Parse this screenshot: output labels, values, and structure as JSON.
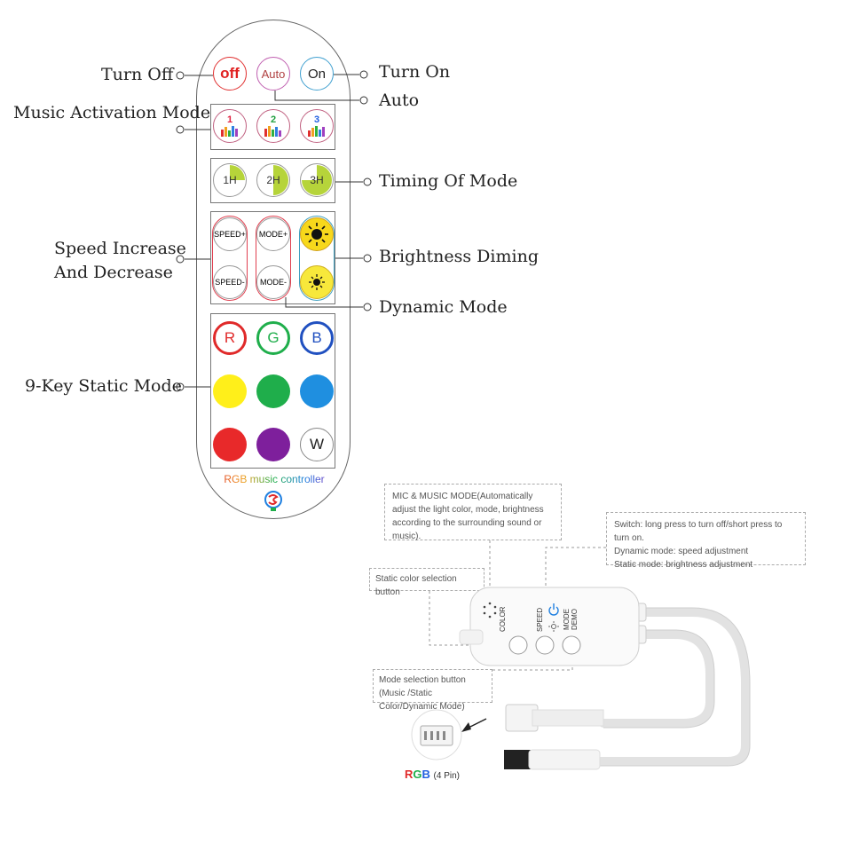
{
  "remote": {
    "top_row": {
      "off": "off",
      "auto": "Auto",
      "on": "On"
    },
    "music": [
      "1",
      "2",
      "3"
    ],
    "timer": [
      "1H",
      "2H",
      "3H"
    ],
    "speed_up": "SPEED+",
    "speed_down": "SPEED-",
    "mode_up": "MODE+",
    "mode_down": "MODE-",
    "rgb": [
      "R",
      "G",
      "B"
    ],
    "white": "W",
    "footer": "RGB music controller",
    "colors": {
      "yellow": "#ffef1a",
      "green": "#1fae4b",
      "blue": "#1f8fe0",
      "red": "#e8292a",
      "purple": "#7e1f9c",
      "sun": "#f7d81b"
    }
  },
  "labels": {
    "turn_off": "Turn Off",
    "turn_on": "Turn On",
    "auto": "Auto",
    "music": "Music Activation Mode",
    "timing": "Timing Of  Mode",
    "speed_line1": "Speed Increase",
    "speed_line2": "And Decrease",
    "brightness": "Brightness Diming",
    "dynamic": "Dynamic Mode",
    "static": "9-Key Static Mode"
  },
  "controller": {
    "mic_note": "MIC & MUSIC MODE(Automatically adjust the light color, mode, brightness according to the surrounding sound or music).",
    "switch_line1": "Switch: long press to turn off/short press to turn on.",
    "switch_line2": "Dynamic mode: speed adjustment",
    "switch_line3": "Static mode: brightness adjustment",
    "color_note": "Static color selection button",
    "mode_note": "Mode selection button (Music /Static Color/Dynamic Mode)",
    "btn_color": "COLOR",
    "btn_speed": "SPEED",
    "btn_mode": "MODE",
    "btn_demo": "DEMO",
    "rgb_word": "RGB",
    "pin_note": "(4 Pin)"
  }
}
